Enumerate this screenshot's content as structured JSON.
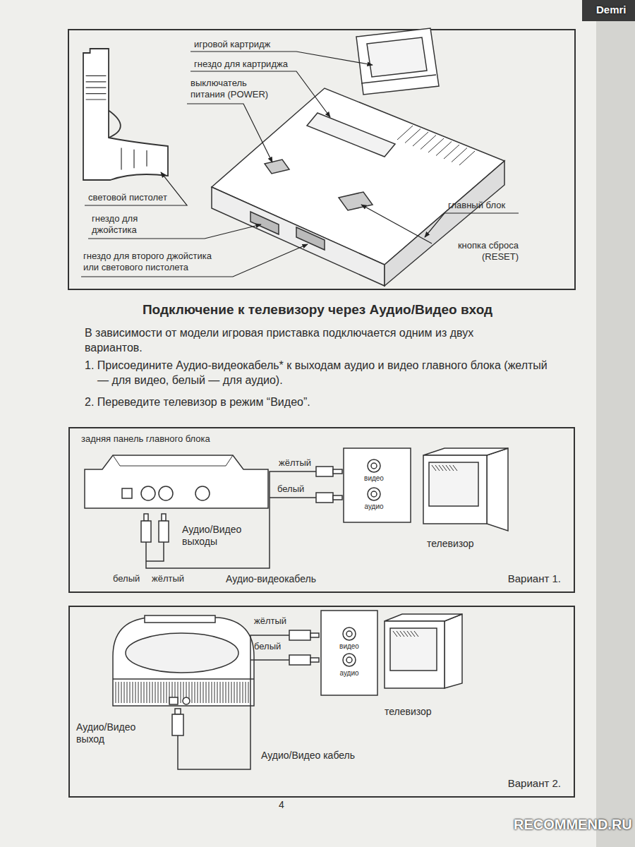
{
  "diagram": {
    "title": "Подключение к телевизору через Аудио/Видео вход",
    "nodes": [
      {
        "text": [
          "Вариант 1."
        ]
      },
      {
        "text": [
          "Вариант 2."
        ]
      }
    ],
    "labels": [
      "Demri",
      "игровой картридж",
      "гнездо для картриджа",
      "выключатель питания (POWER)",
      "световой пистолет",
      "главный блок",
      "гнездо для джойстика",
      "кнопка сброса (RESET)",
      "гнездо для второго джойстика или светового пистолета",
      "В зависимости от модели игровая приставка подключается одним из двух вариантов.",
      "1. Присоедините Аудио-видеокабель* к выходам аудио и видео главного блока (желтый — для видео, белый — для аудио).",
      "2. Переведите телевизор в режим “Видео”.",
      "задняя панель главного блока",
      "жёлтый",
      "видео",
      "белый",
      "аудио",
      "Аудио/Видео выходы",
      "телевизор",
      "белый",
      "жёлтый",
      "Аудио-видеокабель",
      "жёлтый",
      "белый",
      "видео",
      "аудио",
      "телевизор",
      "Аудио/Видео выход",
      "Аудио/Видео кабель",
      "4",
      "RECOMMEND.RU"
    ]
  }
}
